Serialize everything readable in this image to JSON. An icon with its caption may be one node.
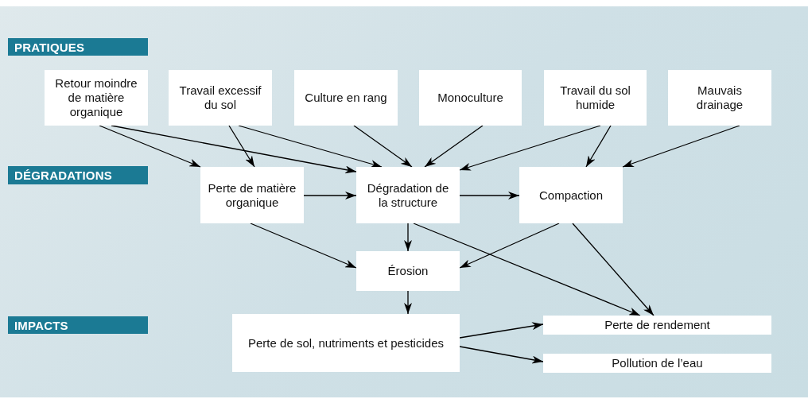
{
  "diagram": {
    "nodes": [
      {
        "text": [
          "PRATIQUES"
        ]
      },
      {
        "text": [
          "Retour moindre de matière organique"
        ]
      },
      {
        "text": [
          "Travail excessif du sol"
        ]
      },
      {
        "text": [
          "Culture en rang"
        ]
      },
      {
        "text": [
          "Monoculture"
        ]
      },
      {
        "text": [
          "Travail du sol humide"
        ]
      },
      {
        "text": [
          "Mauvais drainage"
        ]
      },
      {
        "text": [
          "DÉGRADATIONS"
        ]
      },
      {
        "text": [
          "Perte de matière organique"
        ]
      },
      {
        "text": [
          "Dégradation de la structure"
        ]
      },
      {
        "text": [
          "Compaction"
        ]
      },
      {
        "text": [
          "Érosion"
        ]
      },
      {
        "text": [
          "IMPACTS"
        ]
      },
      {
        "text": [
          "Perte de sol, nutriments et pesticides"
        ]
      },
      {
        "text": [
          "Perte de rendement"
        ]
      },
      {
        "text": [
          "Pollution de l’eau"
        ]
      }
    ],
    "edges": [
      {
        "from": 1,
        "to": 8,
        "arrow": "to"
      },
      {
        "from": 1,
        "to": 9,
        "arrow": "to"
      },
      {
        "from": 2,
        "to": 8,
        "arrow": "to"
      },
      {
        "from": 2,
        "to": 9,
        "arrow": "to"
      },
      {
        "from": 3,
        "to": 9,
        "arrow": "to"
      },
      {
        "from": 4,
        "to": 9,
        "arrow": "to"
      },
      {
        "from": 5,
        "to": 9,
        "arrow": "to"
      },
      {
        "from": 5,
        "to": 10,
        "arrow": "to"
      },
      {
        "from": 6,
        "to": 10,
        "arrow": "to"
      },
      {
        "from": 8,
        "to": 9,
        "arrow": "to"
      },
      {
        "from": 9,
        "to": 10,
        "arrow": "to"
      },
      {
        "from": 8,
        "to": 11,
        "arrow": "to"
      },
      {
        "from": 9,
        "to": 11,
        "arrow": "to"
      },
      {
        "from": 10,
        "to": 11,
        "arrow": "to"
      },
      {
        "from": 9,
        "to": 14,
        "arrow": "to"
      },
      {
        "from": 10,
        "to": 14,
        "arrow": "to"
      },
      {
        "from": 11,
        "to": 13,
        "arrow": "to"
      },
      {
        "from": 13,
        "to": 14,
        "arrow": "to"
      },
      {
        "from": 13,
        "to": 15,
        "arrow": "to"
      }
    ]
  }
}
